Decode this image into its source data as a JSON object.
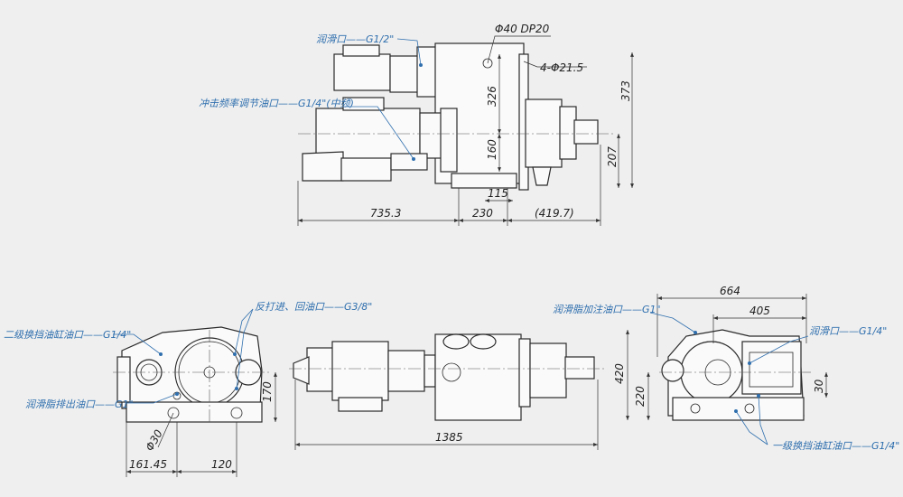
{
  "top_view": {
    "lube_port": "润滑口——G1/2\"",
    "freq_port": "冲击频率调节油口——G1/4\"(中频)",
    "bore": "Φ40 DP20",
    "holes": "4-Φ21.5",
    "dims": {
      "h373": "373",
      "h326": "326",
      "h160": "160",
      "h207": "207",
      "w115": "115",
      "w735": "735.3",
      "w230": "230",
      "w419": "(419.7)"
    }
  },
  "left_view": {
    "second_cyl_port": "二级换挡油缸油口——G1/4\"",
    "feed_port": "反打进、回油口——G3/8\"",
    "grease_drain": "润滑脂排出油口——G1\"",
    "dims": {
      "h170": "170",
      "d30": "Φ30",
      "w161": "161.45",
      "w120": "120"
    }
  },
  "front_view": {
    "dims": {
      "w1385": "1385"
    }
  },
  "right_view": {
    "grease_fill": "润滑脂加注油口——G1\"",
    "lube_port": "润滑口——G1/4\"",
    "first_cyl_port": "一级换挡油缸油口——G1/4\"",
    "dims": {
      "w664": "664",
      "w405": "405",
      "h420": "420",
      "h220": "220",
      "h30": "30"
    }
  }
}
